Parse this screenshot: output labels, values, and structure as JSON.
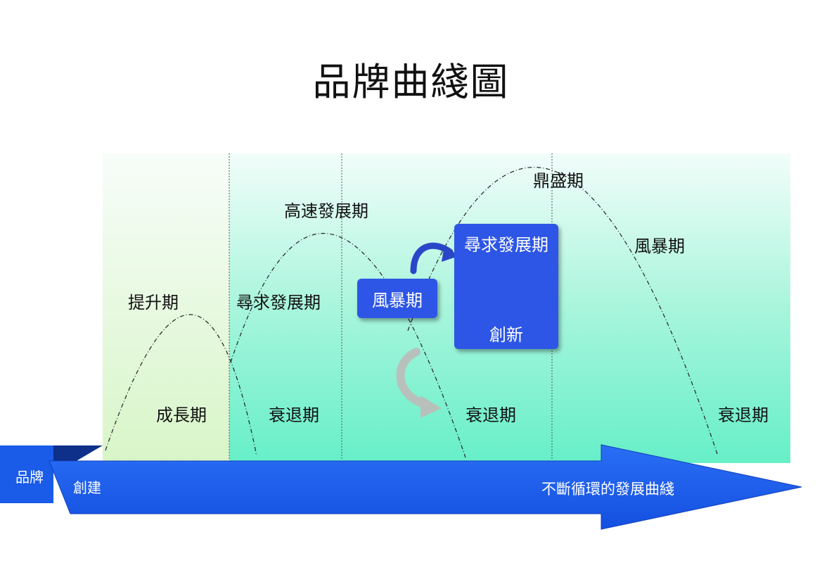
{
  "title": "品牌曲綫圖",
  "phases": {
    "improve": "提升期",
    "growth": "成長期",
    "seek1": "尋求發展期",
    "decline1": "衰退期",
    "high_speed": "高速發展期",
    "decline2": "衰退期",
    "peak": "鼎盛期",
    "storm_right": "風暴期",
    "decline3": "衰退期"
  },
  "boxes": {
    "storm": "風暴期",
    "seek": "尋求發展期",
    "innovate": "創新"
  },
  "arrow": {
    "brand": "品牌",
    "create": "創建",
    "cycle": "不斷循環的發展曲綫"
  },
  "colors": {
    "arrow_blue": "#1f5ef0",
    "box_blue": "#2d56e6",
    "bg_green_top": "#e9fbf2",
    "bg_teal_bottom": "#5ef2c6"
  }
}
